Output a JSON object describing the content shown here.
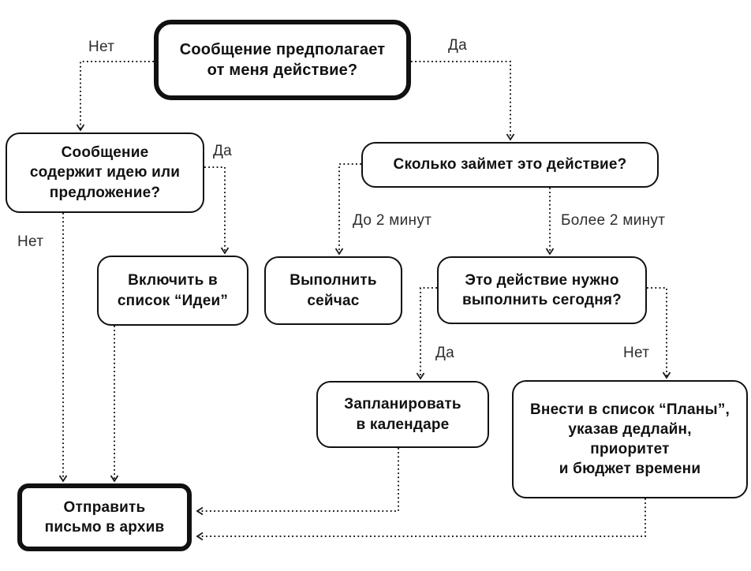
{
  "diagram": {
    "nodes": {
      "q_action": "Сообщение предполагает\nот меня действие?",
      "q_idea": "Сообщение\nсодержит идею или\nпредложение?",
      "q_duration": "Сколько займет это действие?",
      "do_now": "Выполнить\nсейчас",
      "idea_list": "Включить в\nсписок “Идеи”",
      "q_today": "Это действие нужно\nвыполнить сегодня?",
      "calendar": "Запланировать\nв календаре",
      "plans": "Внести в список “Планы”,\nуказав дедлайн,\nприоритет\nи бюджет времени",
      "archive": "Отправить\nписьмо в архив"
    },
    "edge_labels": {
      "no_top": "Нет",
      "yes_top": "Да",
      "yes_idea": "Да",
      "no_idea": "Нет",
      "under_2min": "До 2 минут",
      "over_2min": "Более 2 минут",
      "yes_today": "Да",
      "no_today": "Нет"
    },
    "colors": {
      "background": "#ffffff",
      "box_border": "#111111",
      "box_text": "#111111",
      "line": "#1a1a1a",
      "label_text": "#2d2d2d"
    }
  }
}
